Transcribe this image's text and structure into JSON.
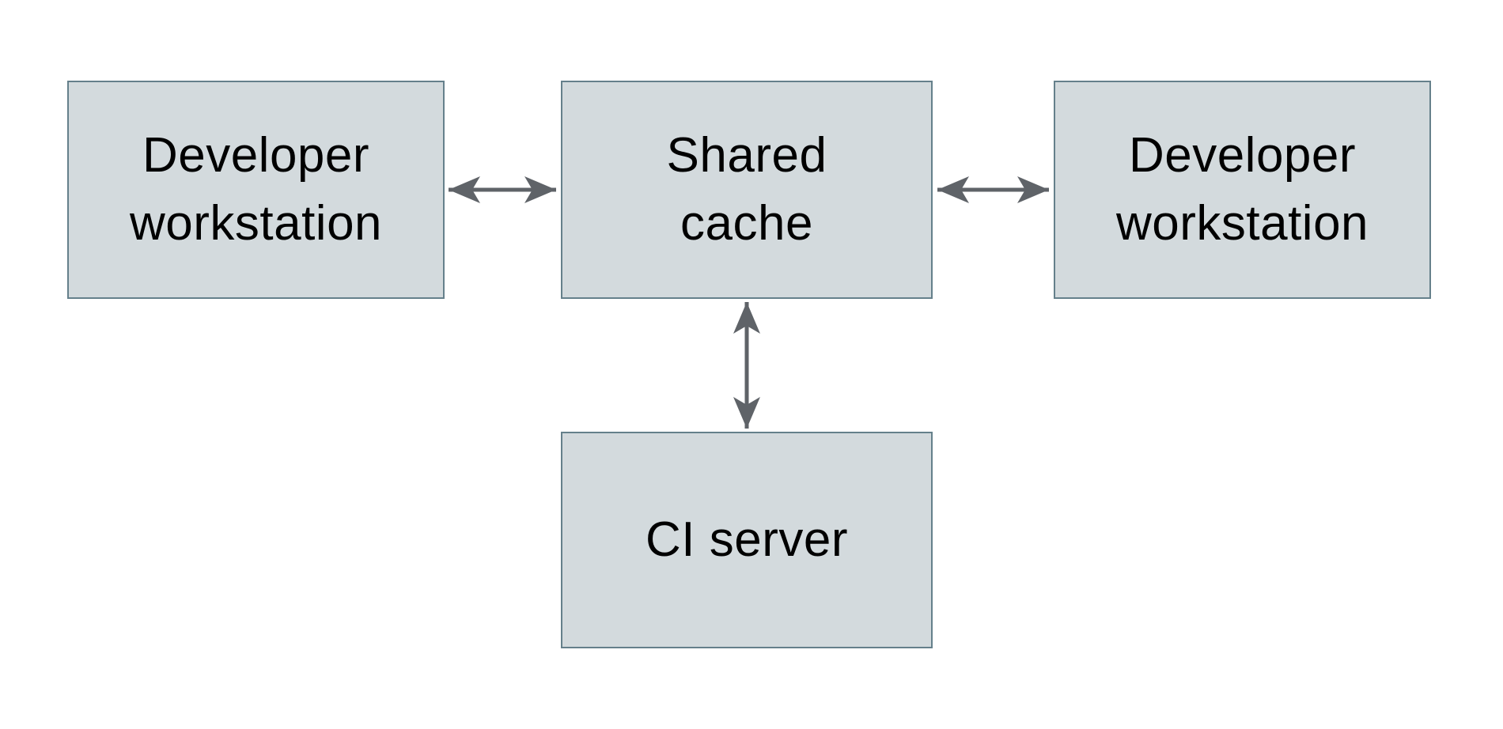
{
  "diagram": {
    "kind": "architecture-diagram",
    "nodes": [
      {
        "id": "developer-workstation-left",
        "label": "Developer\nworkstation"
      },
      {
        "id": "shared-cache",
        "label": "Shared\ncache"
      },
      {
        "id": "developer-workstation-right",
        "label": "Developer\nworkstation"
      },
      {
        "id": "ci-server",
        "label": "CI server"
      }
    ],
    "edges": [
      {
        "from": "developer-workstation-left",
        "to": "shared-cache",
        "style": "double-headed-arrow",
        "orientation": "horizontal"
      },
      {
        "from": "shared-cache",
        "to": "developer-workstation-right",
        "style": "double-headed-arrow",
        "orientation": "horizontal"
      },
      {
        "from": "shared-cache",
        "to": "ci-server",
        "style": "double-headed-arrow",
        "orientation": "vertical"
      }
    ]
  },
  "colors": {
    "node-fill": "#d3dadd",
    "node-border": "#65808b",
    "arrow": "#5f6368",
    "text": "#000000",
    "background": "#ffffff"
  }
}
